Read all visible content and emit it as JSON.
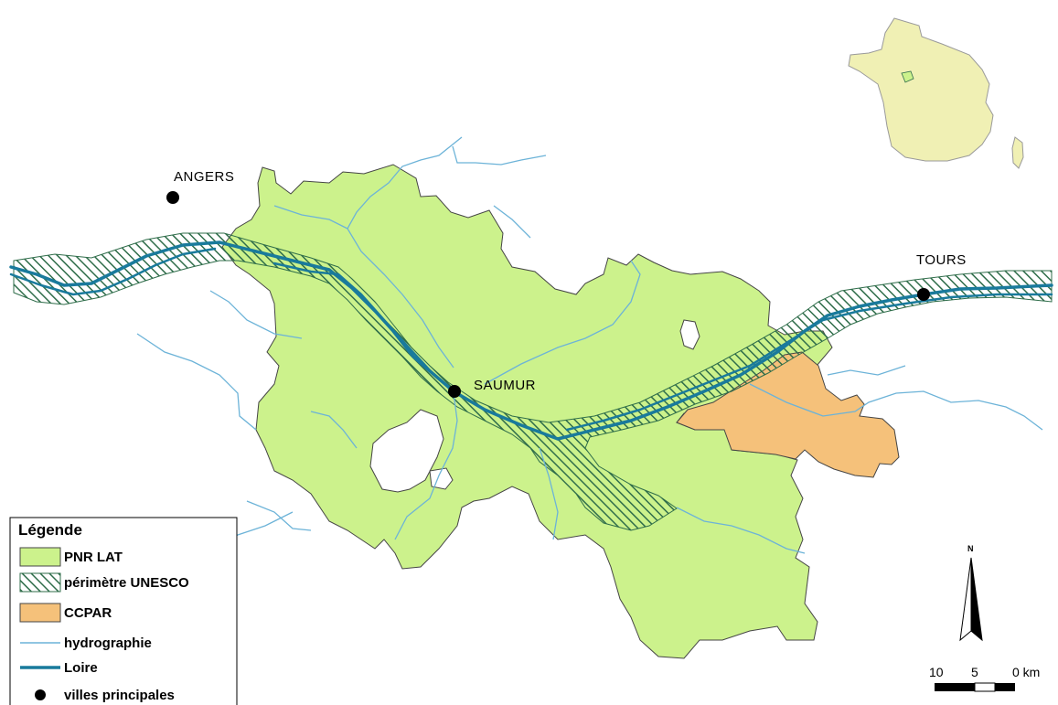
{
  "cities": [
    {
      "id": "angers",
      "name": "ANGERS"
    },
    {
      "id": "saumur",
      "name": "SAUMUR"
    },
    {
      "id": "tours",
      "name": "TOURS"
    }
  ],
  "legend": {
    "title": "Légende",
    "items": [
      {
        "id": "pnr",
        "label": "PNR LAT",
        "color": "#ccf28c"
      },
      {
        "id": "unesco",
        "label": "périmètre UNESCO",
        "color": "#2f6d4a"
      },
      {
        "id": "ccpar",
        "label": "CCPAR",
        "color": "#f5c17a"
      },
      {
        "id": "hydro",
        "label": "hydrographie",
        "color": "#6cb3d8"
      },
      {
        "id": "loire",
        "label": "Loire",
        "color": "#197a9c"
      },
      {
        "id": "villes",
        "label": "villes principales",
        "color": "#000000"
      }
    ]
  },
  "scale_bar": {
    "labels": [
      "10",
      "5",
      "0 km"
    ]
  },
  "north_arrow": {
    "label": "N"
  },
  "colors": {
    "pnr_fill": "#ccf28c",
    "ccpar_fill": "#f5c17a",
    "france_fill": "#f0f0b4",
    "hydro": "#6cb3d8",
    "loire": "#197a9c",
    "hatch": "#2f6d4a"
  }
}
